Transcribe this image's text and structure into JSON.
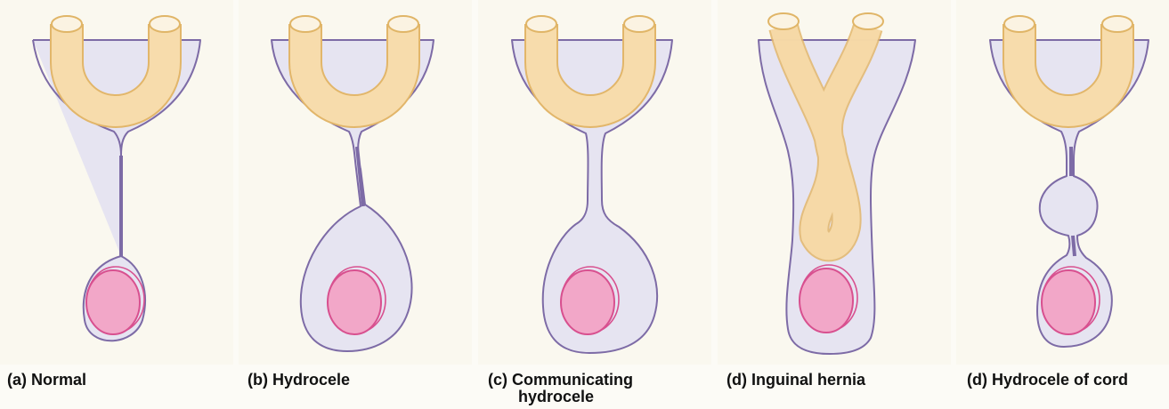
{
  "panels": [
    {
      "label": "(a) Normal",
      "label_line2": ""
    },
    {
      "label": "(b) Hydrocele",
      "label_line2": ""
    },
    {
      "label": "(c) Communicating",
      "label_line2": "hydrocele"
    },
    {
      "label": "(d) Inguinal hernia",
      "label_line2": ""
    },
    {
      "label": "(d) Hydrocele of cord",
      "label_line2": ""
    }
  ],
  "colors": {
    "sac_fill": "#e6e4f1",
    "sac_stroke": "#7d6ba6",
    "bowel_fill": "#f7ddb0",
    "bowel_stroke": "#e8c07c",
    "testis_fill": "#f2a7c8",
    "testis_stroke": "#d8508f",
    "panel_bg": "#fbf9ef",
    "caption_text": "#111111"
  }
}
